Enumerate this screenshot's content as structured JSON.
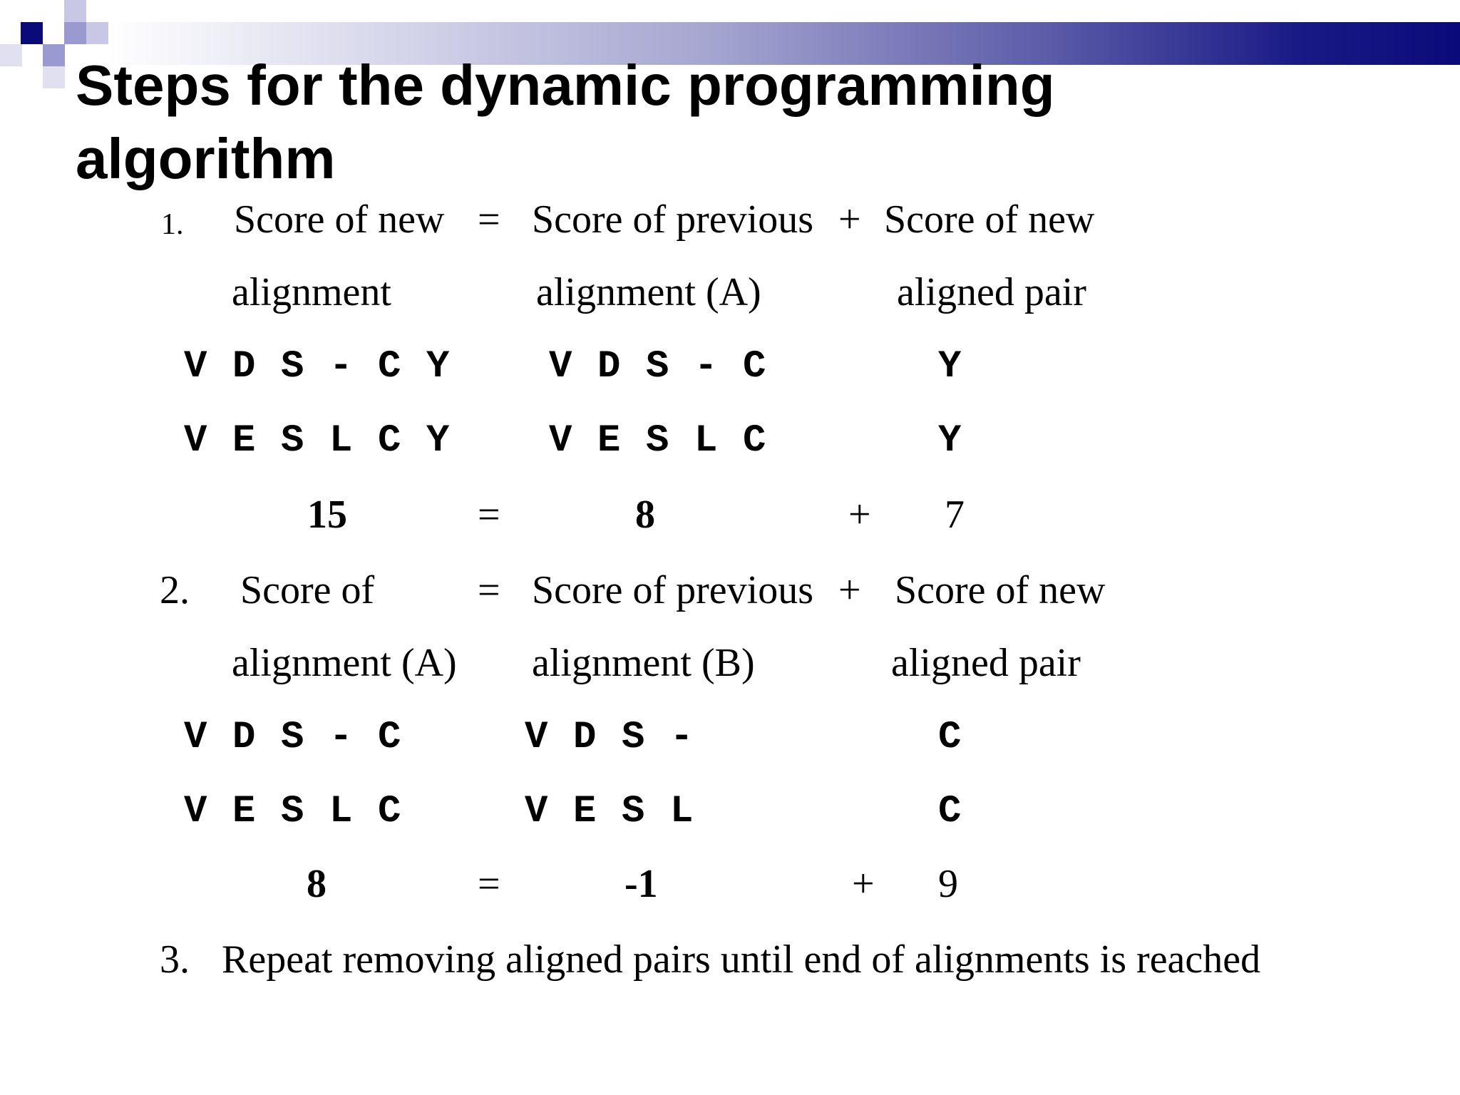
{
  "slide": {
    "title": "Steps for the dynamic programming algorithm",
    "step1": {
      "number": "1.",
      "col1_line1": "Score of new",
      "col1_line2": "alignment",
      "eq": "=",
      "col2_line1": "Score of previous",
      "col2_line2": "alignment (A)",
      "plus": "+",
      "col3_line1": "Score of new",
      "col3_line2": "aligned pair",
      "seq_full_top": [
        "V",
        "D",
        "S",
        "-",
        "C",
        "Y"
      ],
      "seq_full_bottom": [
        "V",
        "E",
        "S",
        "L",
        "C",
        "Y"
      ],
      "seq_prev_top": [
        "V",
        "D",
        "S",
        "-",
        "C"
      ],
      "seq_prev_bottom": [
        "V",
        "E",
        "S",
        "L",
        "C"
      ],
      "pair_top": "Y",
      "pair_bottom": "Y",
      "score_total": "15",
      "score_eq": "=",
      "score_prev": "8",
      "score_plus": "+",
      "score_pair": "7"
    },
    "step2": {
      "number": "2.",
      "col1_line1": "Score of",
      "col1_line2": "alignment (A)",
      "eq": "=",
      "col2_line1": "Score of previous",
      "col2_line2": "alignment (B)",
      "plus": "+",
      "col3_line1": "Score of new",
      "col3_line2": "aligned pair",
      "seq_full_top": [
        "V",
        "D",
        "S",
        "-",
        "C"
      ],
      "seq_full_bottom": [
        "V",
        "E",
        "S",
        "L",
        "C"
      ],
      "seq_prev_top": [
        "V",
        "D",
        "S",
        "-"
      ],
      "seq_prev_bottom": [
        "V",
        "E",
        "S",
        "L"
      ],
      "pair_top": "C",
      "pair_bottom": "C",
      "score_total": "8",
      "score_eq": "=",
      "score_prev": "-1",
      "score_plus": "+",
      "score_pair": "9"
    },
    "step3": {
      "number": "3.",
      "text": "Repeat removing aligned pairs until end of alignments is reached"
    },
    "colors": {
      "accent_dark": "#0a0a7a",
      "accent_light": "#9a9ad0"
    }
  }
}
